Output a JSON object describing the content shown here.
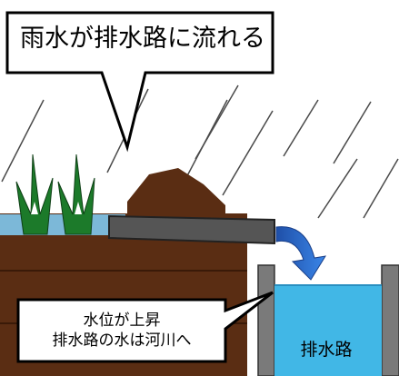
{
  "title_callout": {
    "text": "雨水が排水路に流れる"
  },
  "level_callout": {
    "line1": "水位が上昇",
    "line2": "排水路の水は河川へ"
  },
  "channel": {
    "label": "排水路"
  },
  "colors": {
    "soil": "#5a2d13",
    "water": "#7fc8ee",
    "channel_water": "#41b7e6",
    "wall": "#7a7a7a",
    "pipe": "#555555",
    "arrow": "#2e6bd1",
    "plant": "#1c7a2a"
  },
  "icons": [
    "rain-streak",
    "grass-plant",
    "flow-arrow",
    "drain-pipe"
  ]
}
